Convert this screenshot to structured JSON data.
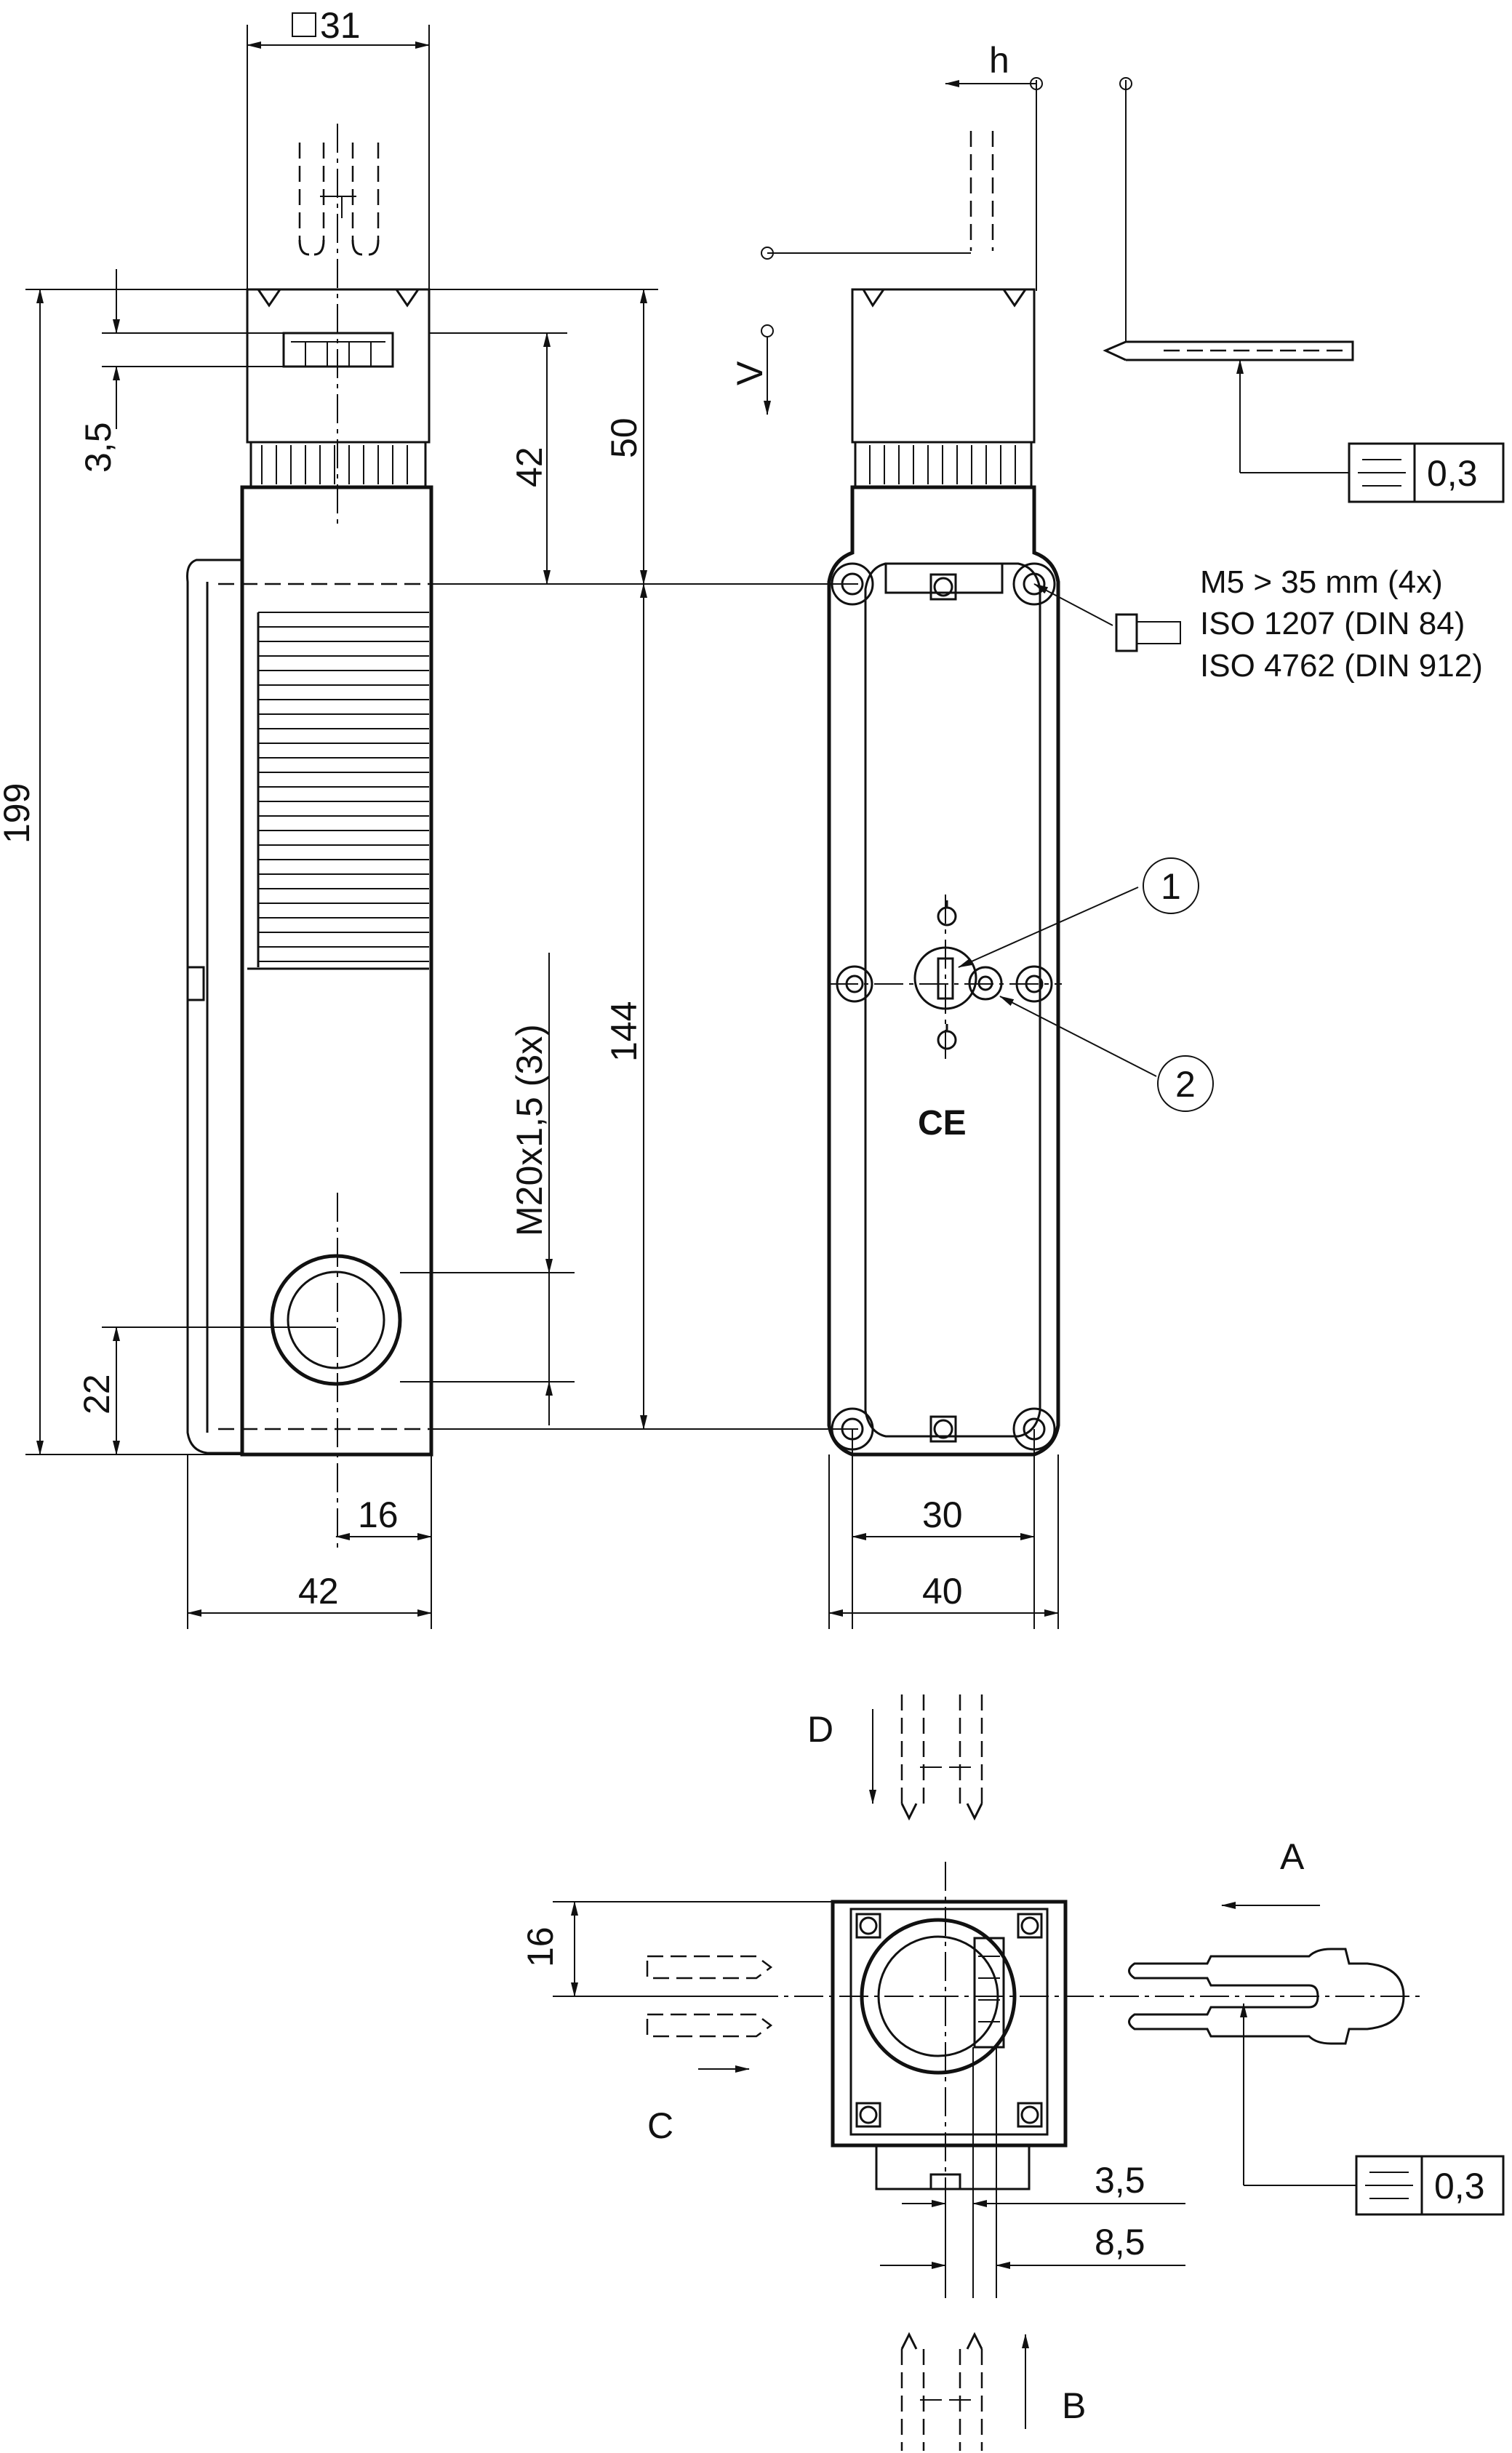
{
  "dimensions": {
    "top_width": "31",
    "h": "h",
    "v": "V",
    "d3_5": "3,5",
    "d42_top": "42",
    "d50": "50",
    "d199": "199",
    "d144": "144",
    "thread": "M20x1,5 (3x)",
    "d22": "22",
    "d16_side": "16",
    "d42_bottom": "42",
    "d30": "30",
    "d40": "40",
    "d16_bottom": "16",
    "d3_5_bottom": "3,5",
    "d8_5": "8,5"
  },
  "tolerance_top": "0,3",
  "tolerance_bottom": "0,3",
  "screw_note": [
    "M5 > 35 mm (4x)",
    "ISO 1207 (DIN 84)",
    "ISO 4762 (DIN 912)"
  ],
  "callouts": [
    "1",
    "2"
  ],
  "mark": "CE",
  "directions": {
    "a": "A",
    "b": "B",
    "c": "C",
    "d": "D"
  }
}
